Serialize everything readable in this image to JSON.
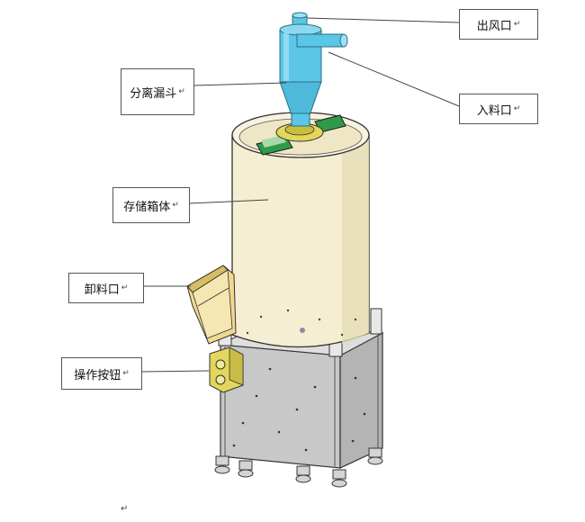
{
  "labels": {
    "air_outlet": "出风口",
    "separation_funnel": "分离漏斗",
    "feed_inlet": "入料口",
    "storage_box": "存储箱体",
    "discharge_port": "卸料口",
    "operation_button": "操作按钮"
  },
  "return_mark": "↵",
  "colors": {
    "funnel": "#5bc6e6",
    "tank": "#f5eed3",
    "base": "#c4c4c4",
    "yellow": "#e2d75c",
    "green": "#2f9a47",
    "discharge": "#f1d88f"
  }
}
